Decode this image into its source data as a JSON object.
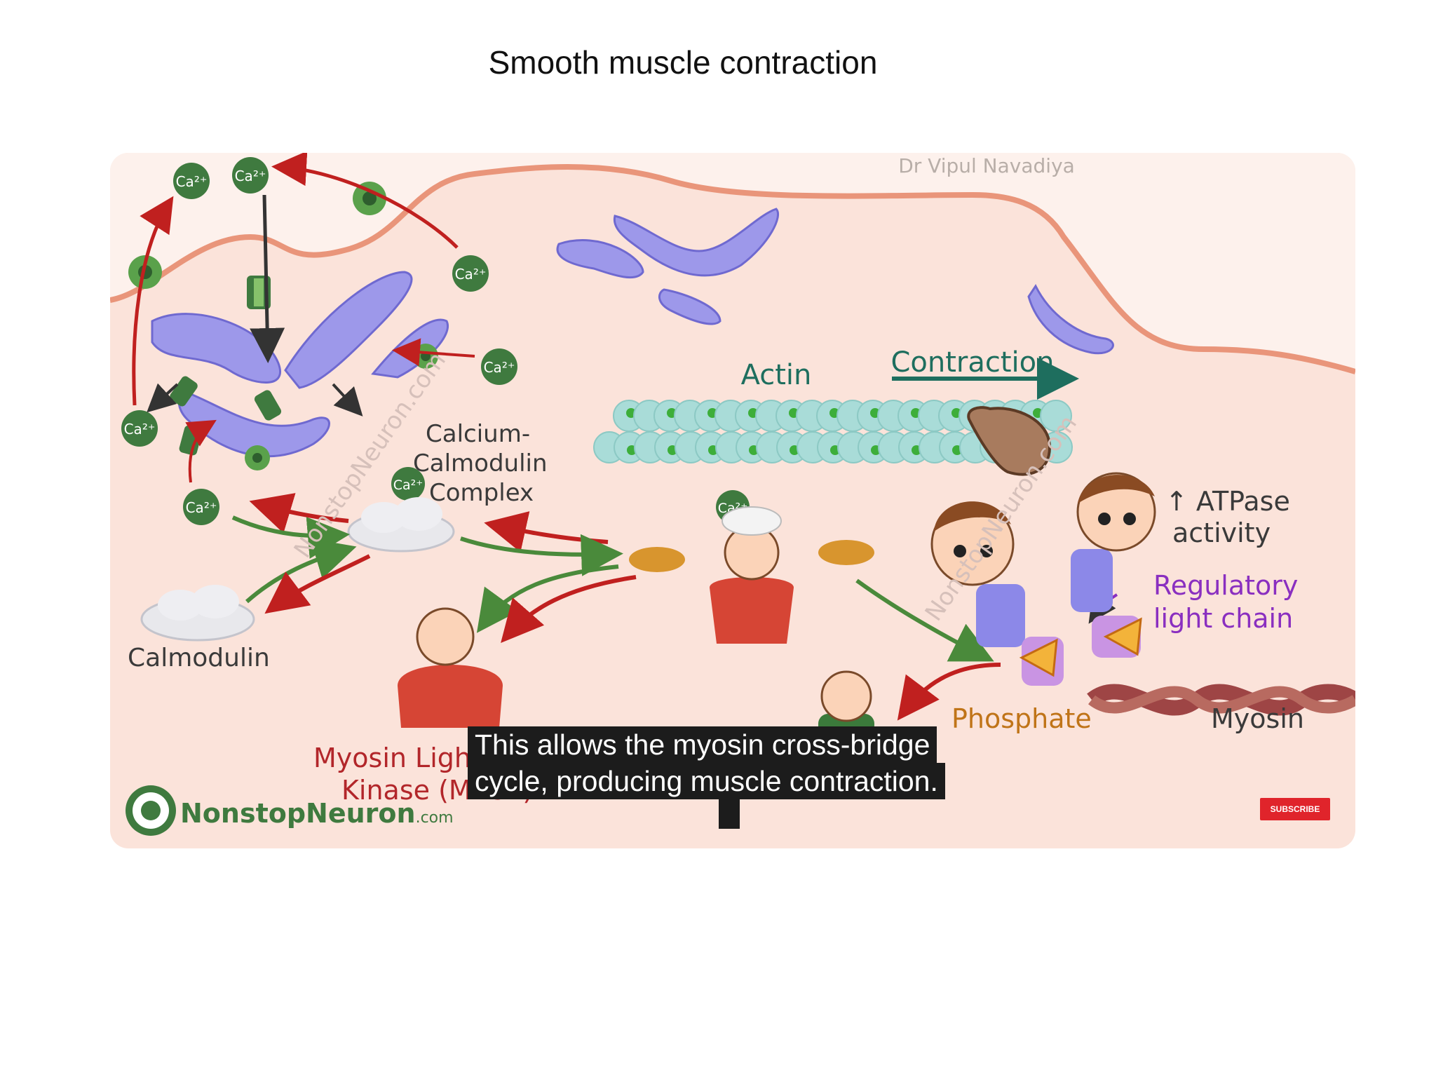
{
  "slide": {
    "title": "Smooth muscle contraction"
  },
  "video": {
    "credit": "Dr Vipul Navadiya",
    "watermark": "NonstopNeuron.com",
    "logo_main": "NonstopNeuron",
    "logo_suffix": ".com",
    "subscribe_label": "SUBSCRIBE",
    "caption_line1": "This allows the myosin cross-bridge",
    "caption_line2": "cycle, producing muscle contraction."
  },
  "labels": {
    "actin": "Actin",
    "contraction": "Contraction",
    "complex_line1": "Calcium-",
    "complex_line2": "Calmodulin",
    "complex_line3": "Complex",
    "calmodulin": "Calmodulin",
    "mlck_line1": "Myosin Light Chain",
    "mlck_line2": "Kinase (MLCK)",
    "atpase_line1": "↑ ATPase",
    "atpase_line2": "activity",
    "reg_line1": "Regulatory",
    "reg_line2": "light chain",
    "phosphate": "Phosphate",
    "myosin": "Myosin",
    "ion": "Ca²⁺"
  },
  "colors": {
    "background": "#fbe3da",
    "membrane": "#e9957a",
    "er_purple": "#9d98ea",
    "actin_bead": "#a9dcd8",
    "actin_dot": "#3dae3a",
    "ion_green": "#3f7a3f",
    "arrow_red": "#c0201f",
    "arrow_green": "#4a8a3b",
    "label_dark": "#3a3a3a",
    "label_teal": "#1e6e5e",
    "label_red": "#b2262a",
    "label_purple": "#8a2fc0",
    "label_orange": "#c07418"
  }
}
